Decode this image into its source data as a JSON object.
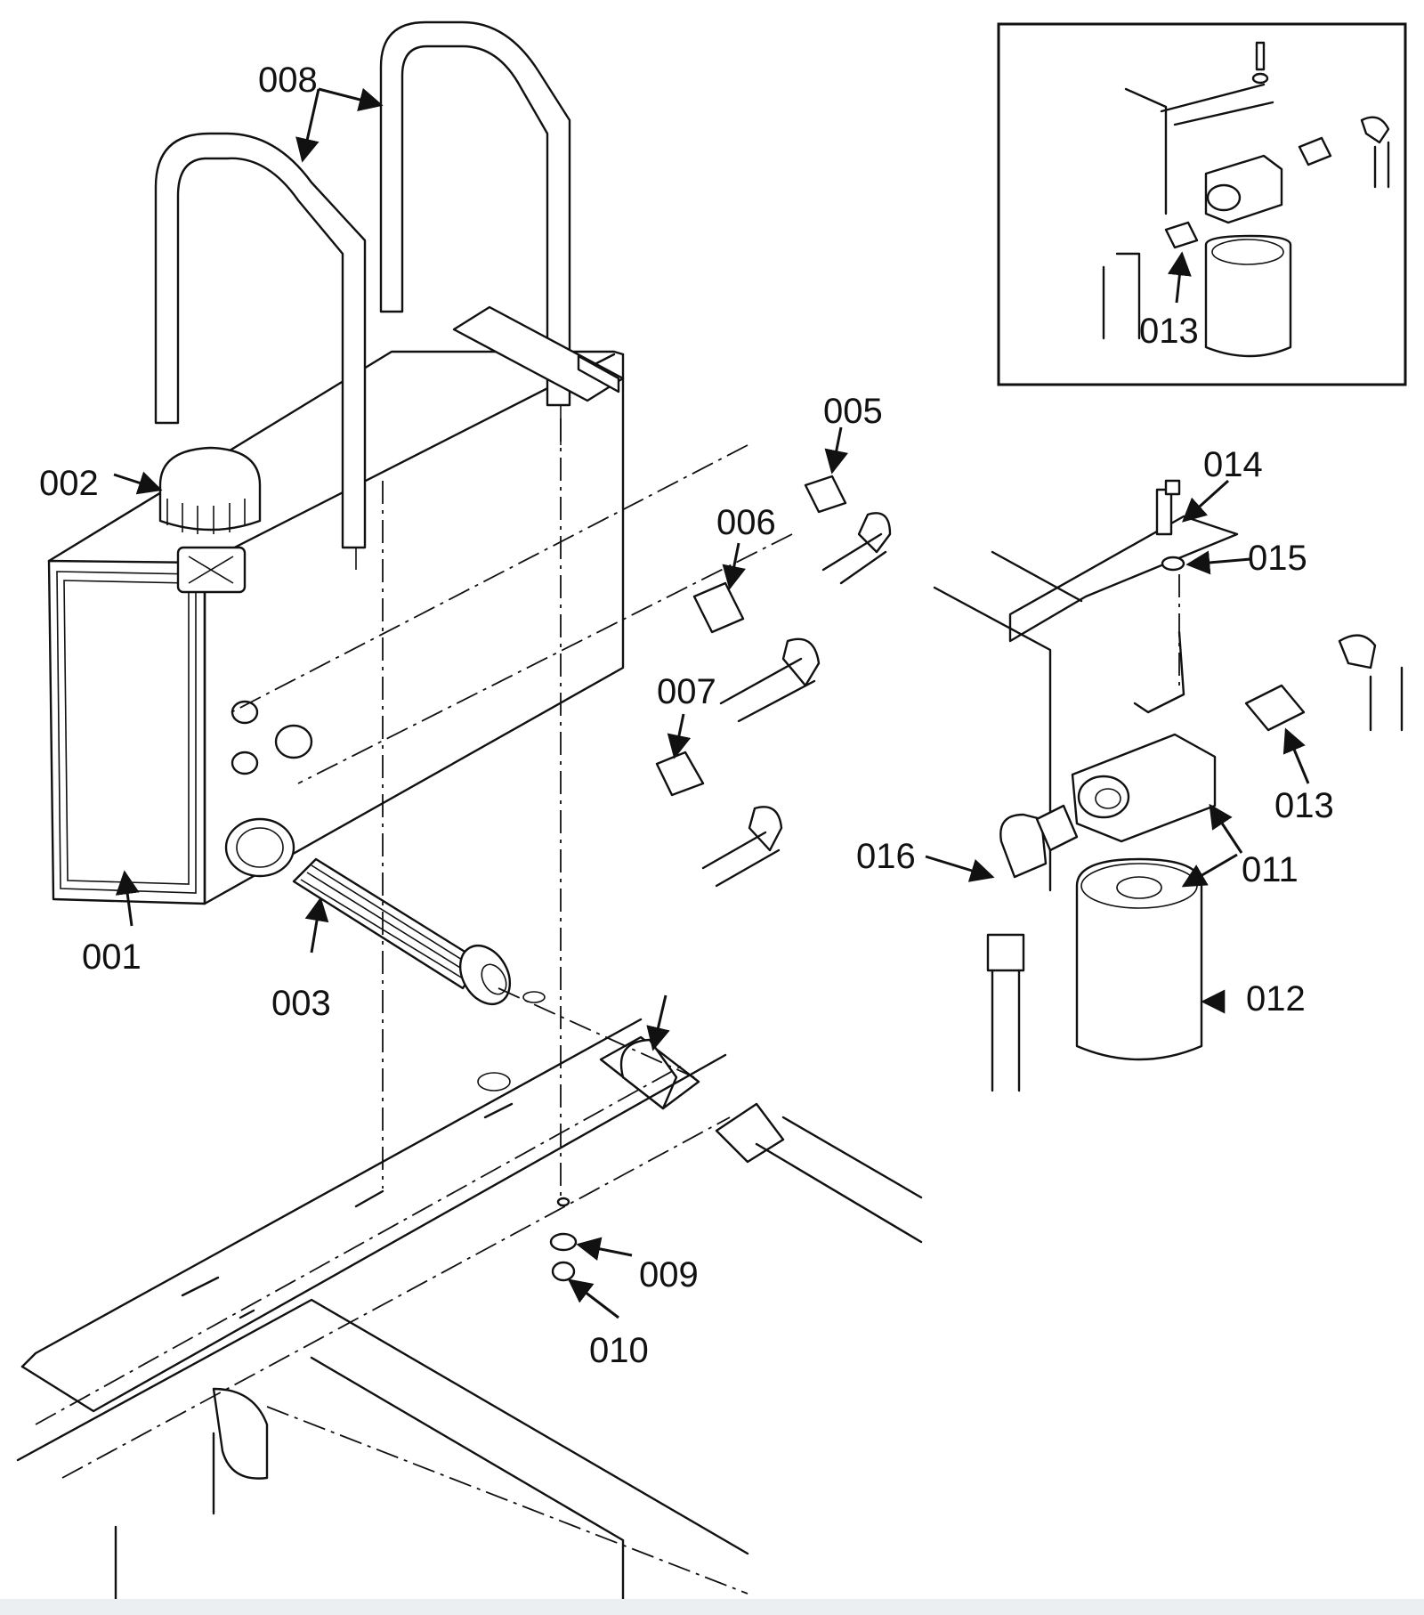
{
  "diagram": {
    "callouts": {
      "c001": "001",
      "c002": "002",
      "c003": "003",
      "c005": "005",
      "c006": "006",
      "c007": "007",
      "c008": "008",
      "c009": "009",
      "c010": "010",
      "c011": "011",
      "c012": "012",
      "c013_main": "013",
      "c013_inset": "013",
      "c014": "014",
      "c015": "015",
      "c016": "016"
    }
  }
}
